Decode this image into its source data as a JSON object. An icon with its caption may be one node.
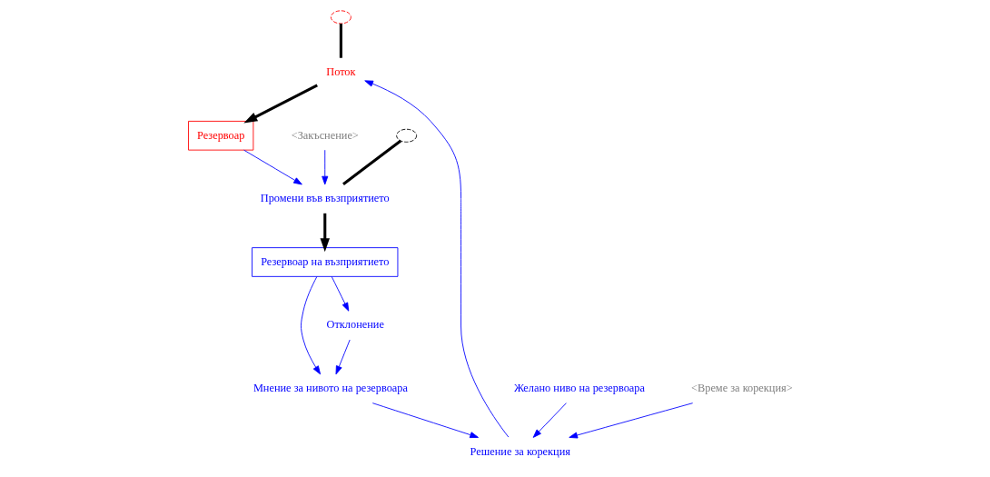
{
  "diagram": {
    "nodes": [
      {
        "text": [],
        "shape": "cloud"
      },
      {
        "text": [
          "Поток"
        ]
      },
      {
        "text": [
          "Резервоар"
        ]
      },
      {
        "text": [
          "Желано ниво на резервоара"
        ]
      },
      {
        "text": [
          "Решение за корекция"
        ]
      },
      {
        "text": [
          "<Време за корекция>"
        ]
      },
      {
        "text": [
          "Мнение за нивото на резервоара"
        ]
      },
      {
        "text": [
          "Отклонение"
        ]
      },
      {
        "text": [
          "Резервоар на възприятието"
        ]
      },
      {
        "text": [
          "<Закъснение>"
        ]
      },
      {
        "text": [
          "Промени във възприятието"
        ]
      },
      {
        "text": [],
        "shape": "cloud"
      }
    ],
    "edges": [
      {
        "from": 0,
        "to": 1,
        "arrow": "none",
        "style": "thick",
        "color": "#000000"
      },
      {
        "from": 1,
        "to": 2,
        "arrow": "to",
        "style": "thick",
        "color": "#000000"
      },
      {
        "from": 4,
        "to": 1,
        "arrow": "to"
      },
      {
        "from": 3,
        "to": 4,
        "arrow": "to"
      },
      {
        "from": 5,
        "to": 4,
        "arrow": "to"
      },
      {
        "from": 6,
        "to": 4,
        "arrow": "to"
      },
      {
        "from": 7,
        "to": 6,
        "arrow": "to"
      },
      {
        "from": 8,
        "to": 6,
        "arrow": "to"
      },
      {
        "from": 8,
        "to": 7,
        "arrow": "to"
      },
      {
        "from": 2,
        "to": 10,
        "arrow": "to"
      },
      {
        "from": 9,
        "to": 10,
        "arrow": "to"
      },
      {
        "from": 11,
        "to": 10,
        "arrow": "none",
        "style": "thick",
        "color": "#000000"
      },
      {
        "from": 10,
        "to": 8,
        "arrow": "to",
        "style": "thick",
        "color": "#000000"
      }
    ]
  }
}
